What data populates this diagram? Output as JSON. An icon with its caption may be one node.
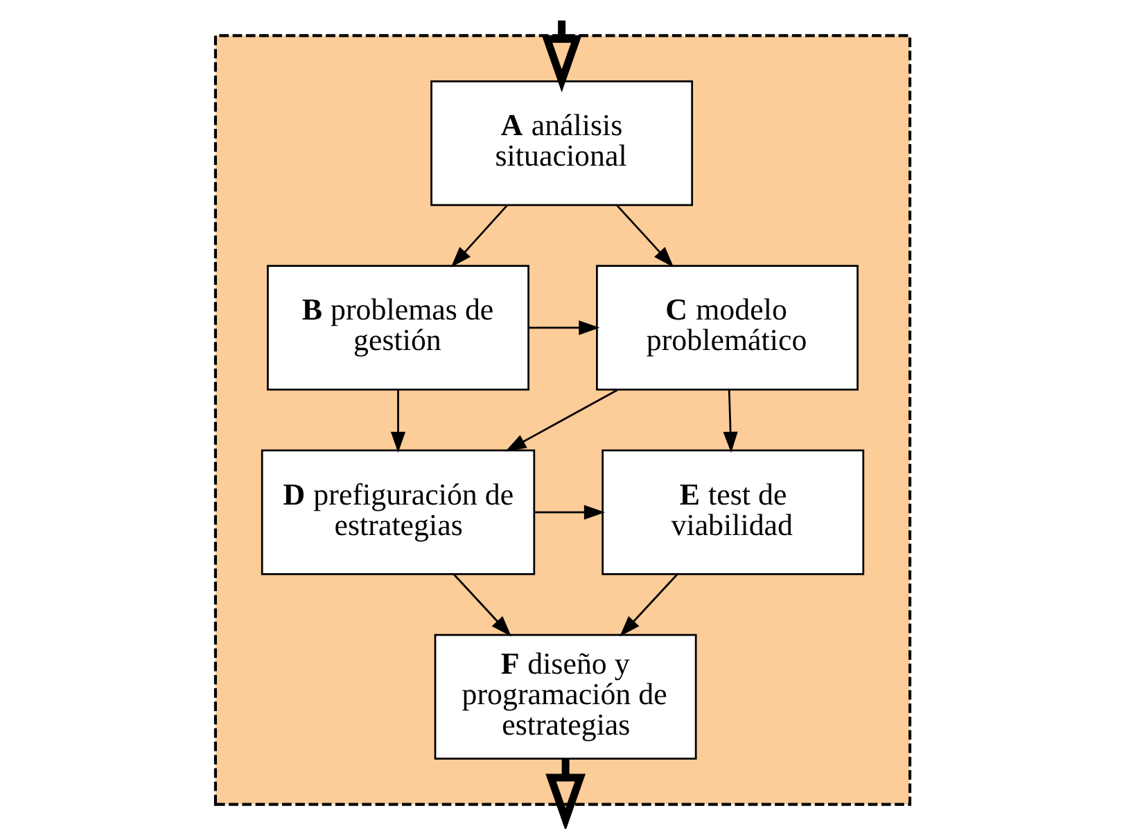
{
  "diagram": {
    "nodes": [
      {
        "text": [],
        "shape": "box"
      },
      {
        "text": [
          "**A** análisis situacional"
        ],
        "in": 0
      },
      {
        "text": [
          "**B** problemas de gestión"
        ],
        "in": 0
      },
      {
        "text": [
          "**C** modelo problemático"
        ],
        "in": 0
      },
      {
        "text": [
          "**D** prefiguración de estrategias"
        ],
        "in": 0
      },
      {
        "text": [
          "**E** test de viabilidad"
        ],
        "in": 0
      },
      {
        "text": [
          "**F** diseño y programación de estrategias"
        ],
        "in": 0
      }
    ],
    "edges": [
      {
        "from": null,
        "to": 1,
        "arrow": "to",
        "style": "thick"
      },
      {
        "from": 1,
        "to": 2,
        "arrow": "to"
      },
      {
        "from": 1,
        "to": 3,
        "arrow": "to"
      },
      {
        "from": 2,
        "to": 3,
        "arrow": "to"
      },
      {
        "from": 2,
        "to": 4,
        "arrow": "to"
      },
      {
        "from": 3,
        "to": 4,
        "arrow": "to"
      },
      {
        "from": 3,
        "to": 5,
        "arrow": "to"
      },
      {
        "from": 4,
        "to": 5,
        "arrow": "to"
      },
      {
        "from": 5,
        "to": 6,
        "arrow": "to"
      },
      {
        "from": 4,
        "to": 6,
        "arrow": "to"
      },
      {
        "from": 6,
        "to": null,
        "arrow": "to",
        "style": "thick"
      }
    ]
  }
}
